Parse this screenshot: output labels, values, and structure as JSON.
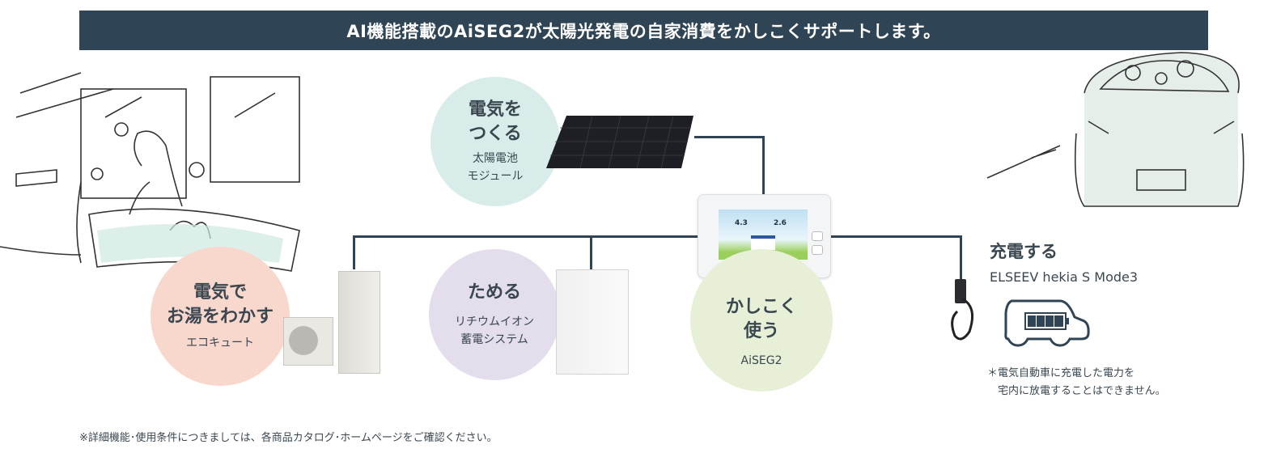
{
  "banner": {
    "title": "AI機能搭載のAiSEG2が太陽光発電の自家消費をかしこくサポートします。"
  },
  "nodes": {
    "solar": {
      "title_line1": "電気を",
      "title_line2": "つくる",
      "sub_line1": "太陽電池",
      "sub_line2": "モジュール",
      "color": "#d8ede9"
    },
    "ecocute": {
      "title_line1": "電気で",
      "title_line2": "お湯をわかす",
      "sub_line1": "エコキュート",
      "color": "#f8d7cd"
    },
    "battery": {
      "title_line1": "ためる",
      "sub_line1": "リチウムイオン",
      "sub_line2": "蓄電システム",
      "color": "#e3ddec"
    },
    "aiseg": {
      "title_line1": "かしこく",
      "title_line2": "使う",
      "sub_line1": "AiSEG2",
      "color": "#e7f0d6"
    },
    "charger": {
      "title": "充電する",
      "product": "ELSEEV hekia S Mode3",
      "note_line1": "＊電気自動車に充電した電力を",
      "note_line2": "宅内に放電することはできません。"
    }
  },
  "aiseg_screen": {
    "value1": "4.3",
    "value2": "2.6"
  },
  "footer": {
    "note": "※詳細機能･使用条件につきましては、各商品カタログ･ホームページをご確認ください。"
  },
  "colors": {
    "accent": "#2f4555",
    "text": "#3a4750"
  }
}
